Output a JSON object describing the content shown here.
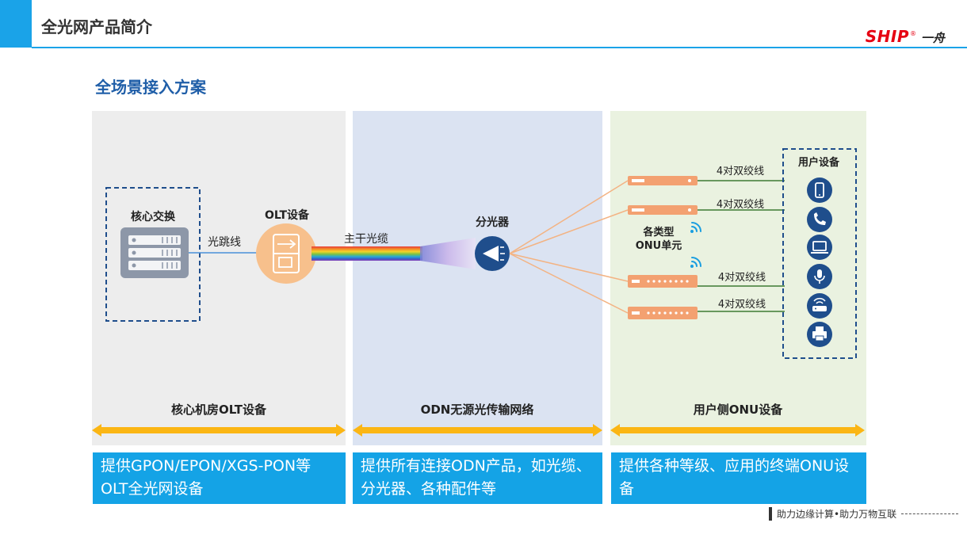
{
  "header": {
    "title": "全光网产品简介",
    "brand_name": "SHIP",
    "brand_reg": "®",
    "brand_cn": "一舟"
  },
  "section_title": "全场景接入方案",
  "colors": {
    "accent": "#1aa3e8",
    "title_blue": "#1f5ea8",
    "arrow_orange": "#fbb614",
    "onu_orange": "#f3a171",
    "wire_green": "#3d7a32",
    "icon_navy": "#1f4e8c"
  },
  "diagram": {
    "core_switch_label": "核心交换",
    "patch_cord_label": "光跳线",
    "olt_label": "OLT设备",
    "trunk_cable_label": "主干光缆",
    "splitter_label": "分光器",
    "onu_label_line1": "各类型",
    "onu_label_line2": "ONU单元",
    "twisted_pair_labels": [
      "4对双绞线",
      "4对双绞线",
      "4对双绞线",
      "4对双绞线"
    ],
    "user_device_label": "用户设备",
    "user_device_icons": [
      "smartphone-icon",
      "telephone-icon",
      "laptop-icon",
      "microphone-icon",
      "router-icon",
      "printer-icon"
    ]
  },
  "panels": [
    {
      "title": "核心机房OLT设备",
      "desc": "提供GPON/EPON/XGS-PON等OLT全光网设备"
    },
    {
      "title": "ODN无源光传输网络",
      "desc": "提供所有连接ODN产品，如光缆、分光器、各种配件等"
    },
    {
      "title": "用户侧ONU设备",
      "desc": "提供各种等级、应用的终端ONU设备"
    }
  ],
  "footer": {
    "text": "助力边缘计算•助力万物互联"
  }
}
